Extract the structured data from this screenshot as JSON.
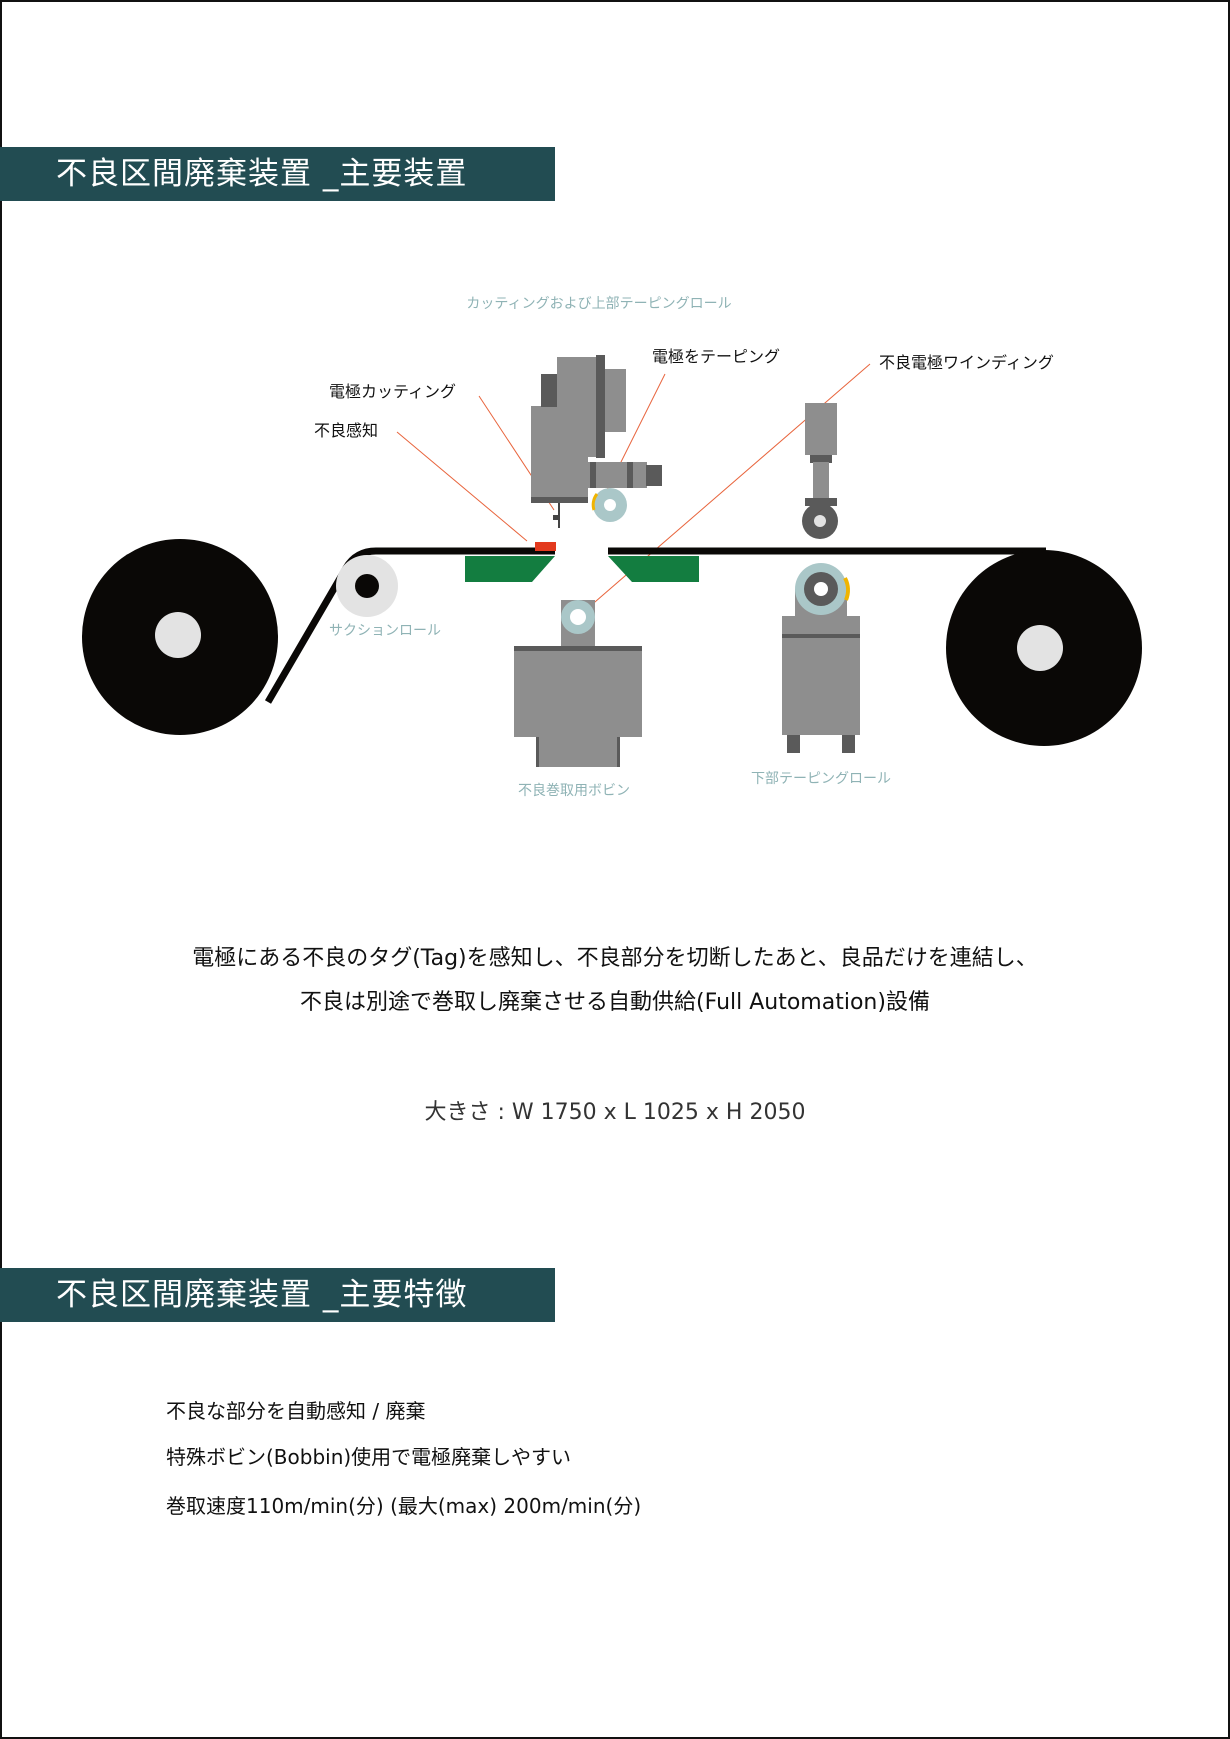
{
  "section1": {
    "title": "不良区間廃棄装置 _主要装置"
  },
  "diagram": {
    "labels": {
      "cutting_upper_taping_roll": "カッティングおよび上部テーピングロール",
      "electrode_taping": "電極をテーピング",
      "defect_electrode_winding": "不良電極ワインディング",
      "electrode_cutting": "電極カッティング",
      "defect_detection": "不良感知",
      "suction_roll": "サクションロール",
      "defect_winding_bobbin": "不良巻取用ボビン",
      "lower_taping_roll": "下部テーピングロール"
    },
    "colors": {
      "belt": "#0a0806",
      "machine": "#8e8e8e",
      "machine_dark": "#5a5a5a",
      "pad": "#137d40",
      "tag": "#e33a1e",
      "roll_light": "#aac7c8",
      "leader": "#e8643c",
      "accent_yellow": "#f0b400"
    }
  },
  "description": {
    "line1": "電極にある不良のタグ(Tag)を感知し、不良部分を切断したあと、良品だけを連結し、",
    "line2": "不良は別途で巻取し廃棄させる自動供給(Full Automation)設備",
    "size": "大きさ : W 1750 x L 1025 x H 2050"
  },
  "section2": {
    "title": "不良区間廃棄装置 _主要特徴"
  },
  "features": [
    "不良な部分を自動感知 / 廃棄",
    "特殊ボビン(Bobbin)使用で電極廃棄しやすい",
    "巻取速度110m/min(分) (最大(max) 200m/min(分)"
  ]
}
